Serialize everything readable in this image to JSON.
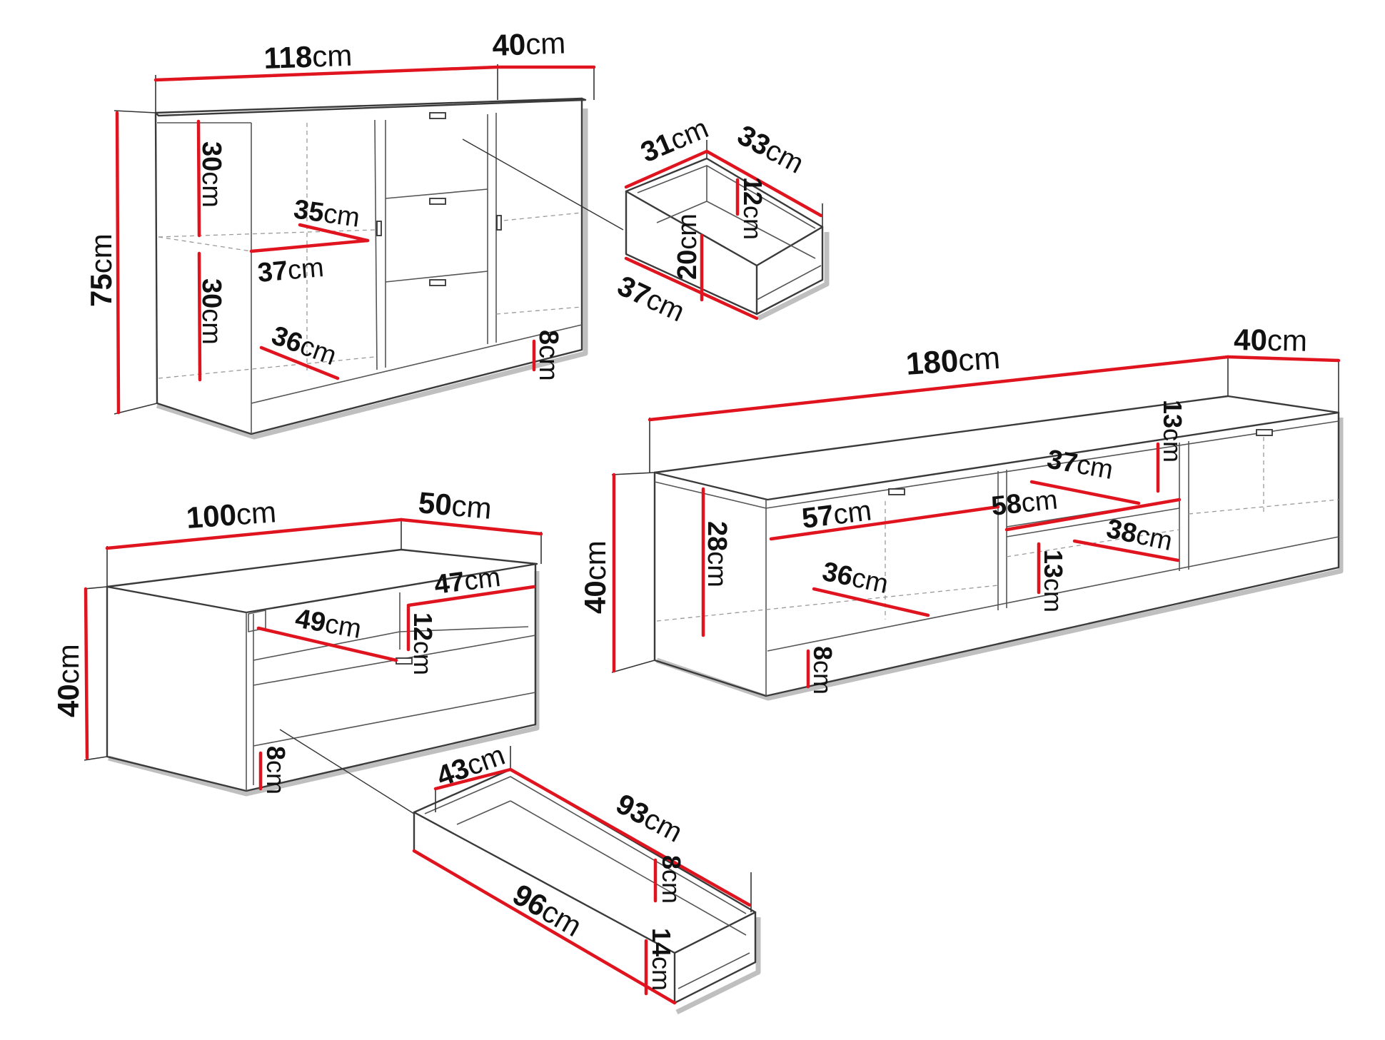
{
  "diagram": {
    "unit": "cm",
    "colors": {
      "dimension_line": "#e0141e",
      "outline": "#3a3a3a",
      "label": "#111111"
    },
    "sideboard": {
      "width": "118",
      "depth": "40",
      "height": "75",
      "shelf_height_upper": "30",
      "shelf_height_lower": "30",
      "shelf_depth_upper": "35",
      "shelf_width_upper": "37",
      "shelf_width_lower": "36",
      "plinth_height": "8"
    },
    "sideboard_drawer": {
      "width": "31",
      "depth": "33",
      "inner_height": "12",
      "front_height": "20",
      "front_width": "37"
    },
    "tv_unit": {
      "width": "180",
      "depth": "40",
      "height": "40",
      "compartment_left_width": "57",
      "compartment_left_height": "28",
      "compartment_left_depth": "36",
      "niche_width": "58",
      "niche_depth": "37",
      "niche_height": "13",
      "shelf_depth": "38",
      "lower_niche_height": "13",
      "plinth_height": "8"
    },
    "coffee_table": {
      "width": "100",
      "depth": "50",
      "height": "40",
      "shelf_depth": "47",
      "shelf_width": "49",
      "shelf_height": "12",
      "plinth_height": "8"
    },
    "coffee_table_drawer": {
      "width": "43",
      "depth": "93",
      "front_width": "96",
      "inner_height": "8",
      "front_height": "14"
    }
  }
}
